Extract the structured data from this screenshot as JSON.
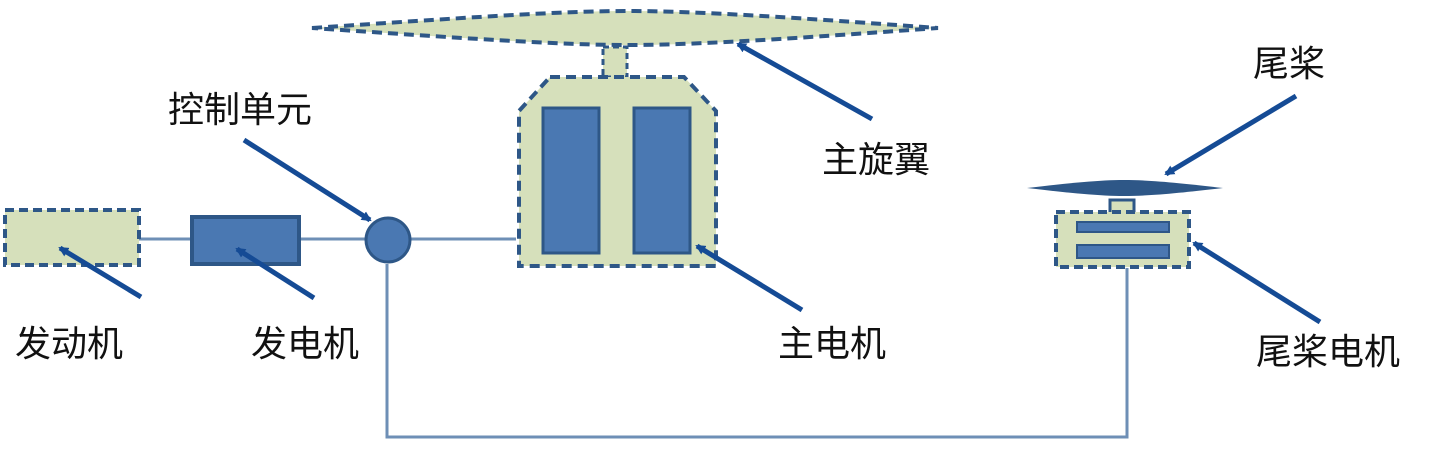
{
  "labels": {
    "engine": "发动机",
    "generator": "发电机",
    "control_unit": "控制单元",
    "main_rotor": "主旋翼",
    "main_motor": "主电机",
    "tail_rotor": "尾桨",
    "tail_motor": "尾桨电机"
  },
  "colors": {
    "fill_light": "#d6e0bb",
    "fill_blue": "#4a78b2",
    "stroke_blue": "#2e5787",
    "arrow": "#154b95",
    "wire": "#6e8fb6"
  }
}
